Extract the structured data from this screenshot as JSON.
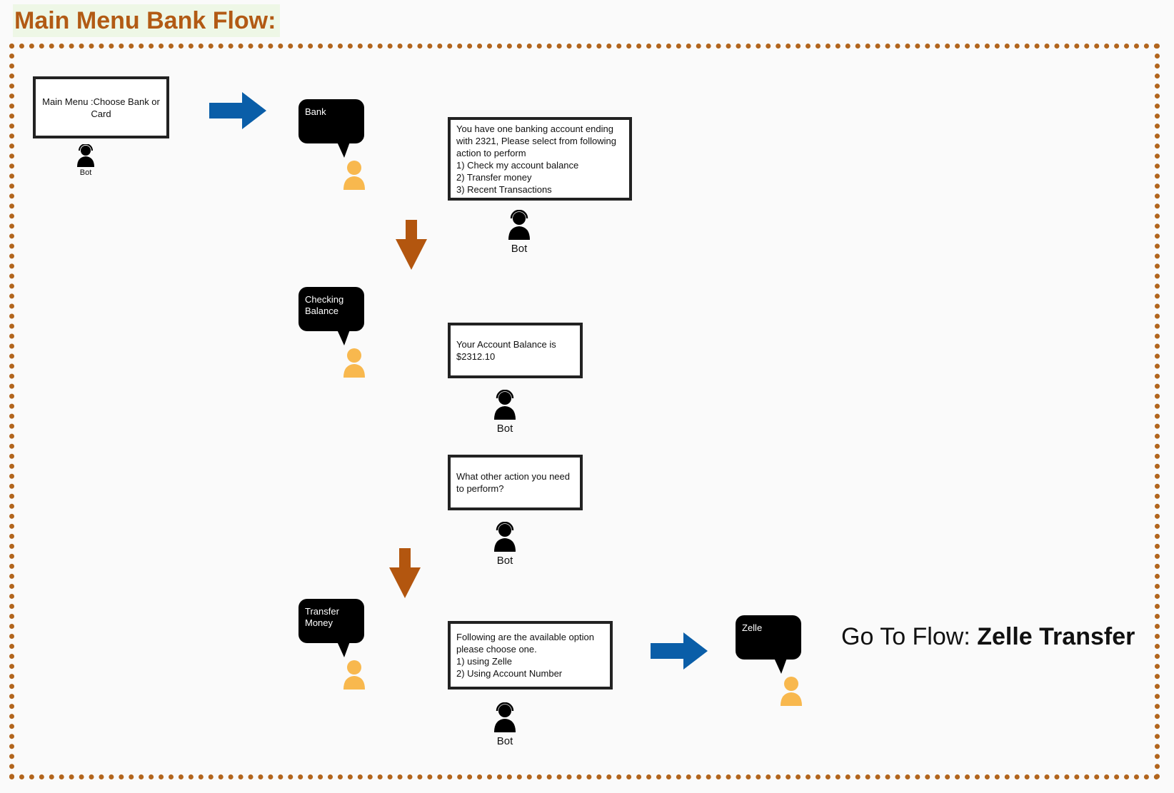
{
  "title": "Main Menu Bank Flow:",
  "colors": {
    "title": "#b25a14",
    "border": "#b2651d",
    "blue_arrow": "#0a5ea8",
    "brown_arrow": "#b3560f",
    "user_icon": "#f8b84e"
  },
  "main_menu": {
    "text": "Main Menu :Choose Bank or Card",
    "bot_label": "Bot"
  },
  "bubbles": {
    "bank": "Bank",
    "checking": "Checking\nBalance",
    "transfer": "Transfer\nMoney",
    "zelle": "Zelle"
  },
  "messages": {
    "account_menu": "You have one banking account ending with 2321, Please select from following action to perform\n1) Check my account balance\n2) Transfer money\n3) Recent Transactions",
    "balance": "Your Account Balance is $2312.10",
    "other_action": "What other action you need to perform?",
    "transfer_options": "Following are the available option please choose one.\n1) using Zelle\n2) Using Account Number"
  },
  "bot_label": "Bot",
  "goto": {
    "prefix": "Go To Flow: ",
    "target": "Zelle Transfer"
  }
}
